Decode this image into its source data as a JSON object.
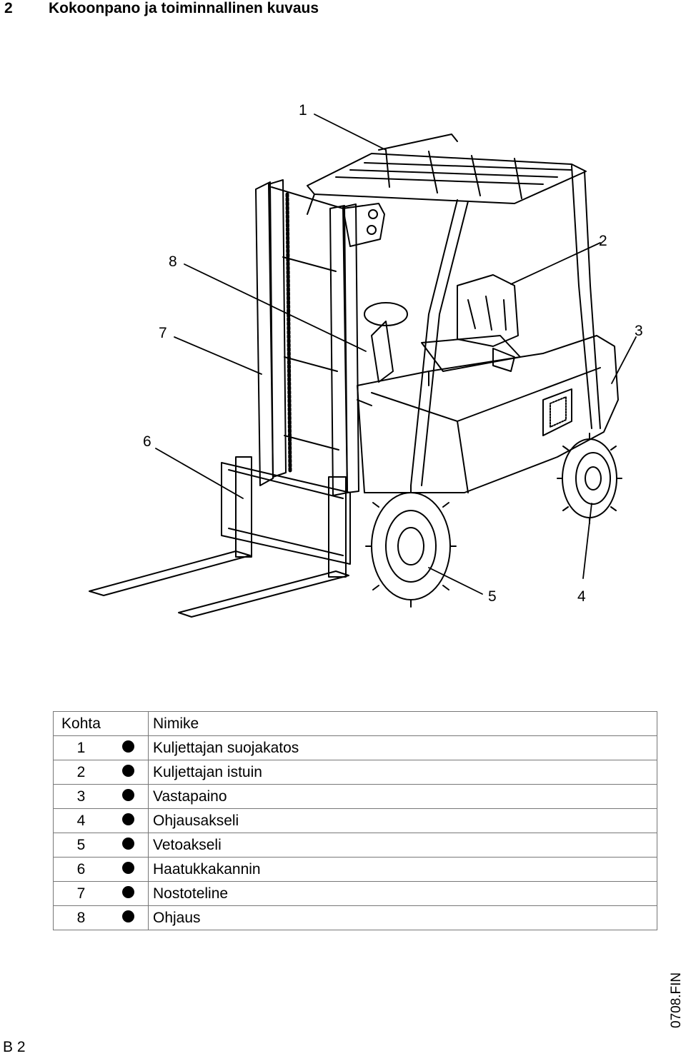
{
  "header": {
    "section_number": "2",
    "section_title": "Kokoonpano ja toiminnallinen kuvaus"
  },
  "figure": {
    "callouts": [
      "1",
      "2",
      "3",
      "4",
      "5",
      "6",
      "7",
      "8"
    ]
  },
  "parts_table": {
    "headers": {
      "item": "Kohta",
      "name": "Nimike"
    },
    "rows": [
      {
        "num": "1",
        "name": "Kuljettajan suojakatos"
      },
      {
        "num": "2",
        "name": "Kuljettajan istuin"
      },
      {
        "num": "3",
        "name": "Vastapaino"
      },
      {
        "num": "4",
        "name": "Ohjausakseli"
      },
      {
        "num": "5",
        "name": "Vetoakseli"
      },
      {
        "num": "6",
        "name": "Haatukkakannin"
      },
      {
        "num": "7",
        "name": "Nostoteline"
      },
      {
        "num": "8",
        "name": "Ohjaus"
      }
    ]
  },
  "footer": {
    "doc_ref": "0708.FIN",
    "page": "B 2"
  }
}
